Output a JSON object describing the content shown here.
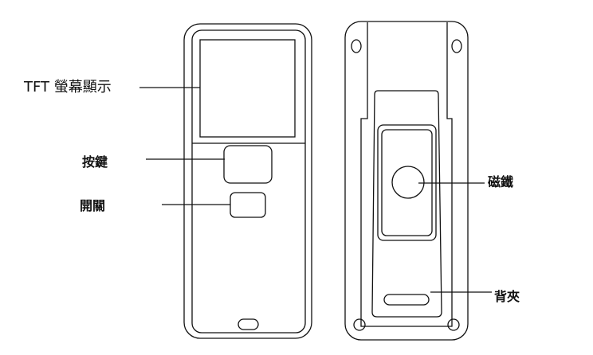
{
  "labels": {
    "tft_display": "TFT 螢幕顯示",
    "button": "按鍵",
    "switch": "開關",
    "magnet": "磁鐵",
    "back_clip": "背夾"
  }
}
